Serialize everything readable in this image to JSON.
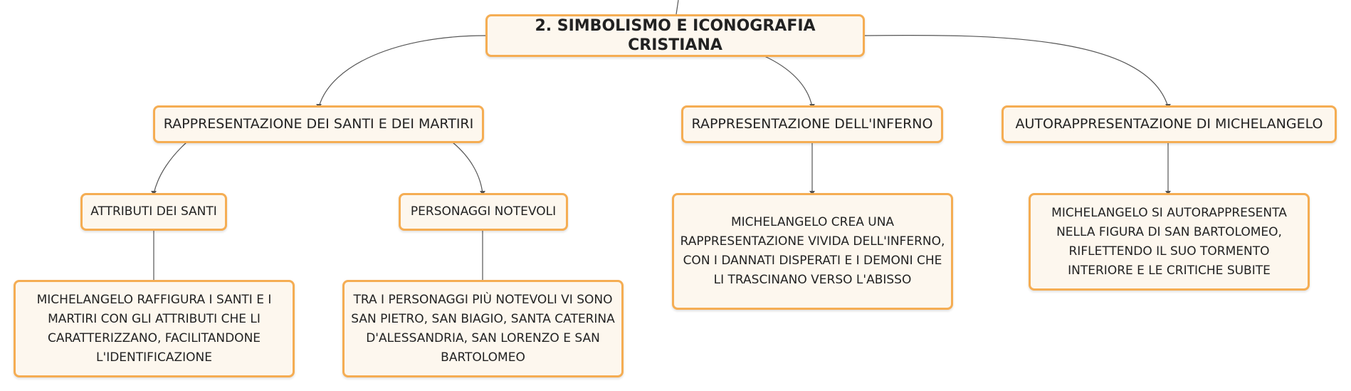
{
  "colors": {
    "node_border": "#f5ad53",
    "node_fill": "#fdf7ee",
    "connector": "#555555",
    "text": "#222222"
  },
  "root": {
    "label": "2. SIMBOLISMO E ICONOGRAFIA CRISTIANA"
  },
  "branches": [
    {
      "label": "RAPPRESENTAZIONE DEI SANTI E DEI MARTIRI",
      "children": [
        {
          "label": "ATTRIBUTI DEI SANTI",
          "detail": "MICHELANGELO RAFFIGURA I SANTI E I MARTIRI CON GLI ATTRIBUTI CHE LI CARATTERIZZANO, FACILITANDONE L'IDENTIFICAZIONE"
        },
        {
          "label": "PERSONAGGI NOTEVOLI",
          "detail": "TRA I PERSONAGGI PIÙ NOTEVOLI VI SONO SAN PIETRO, SAN BIAGIO, SANTA CATERINA D'ALESSANDRIA, SAN LORENZO E SAN BARTOLOMEO"
        }
      ]
    },
    {
      "label": "RAPPRESENTAZIONE DELL'INFERNO",
      "detail": "MICHELANGELO CREA UNA RAPPRESENTAZIONE VIVIDA DELL'INFERNO, CON I DANNATI DISPERATI E I DEMONI CHE LI TRASCINANO VERSO L'ABISSO"
    },
    {
      "label": "AUTORAPPRESENTAZIONE DI MICHELANGELO",
      "detail": "MICHELANGELO SI AUTORAPPRESENTA NELLA FIGURA DI SAN BARTOLOMEO, RIFLETTENDO IL SUO TORMENTO INTERIORE E LE CRITICHE SUBITE"
    }
  ]
}
